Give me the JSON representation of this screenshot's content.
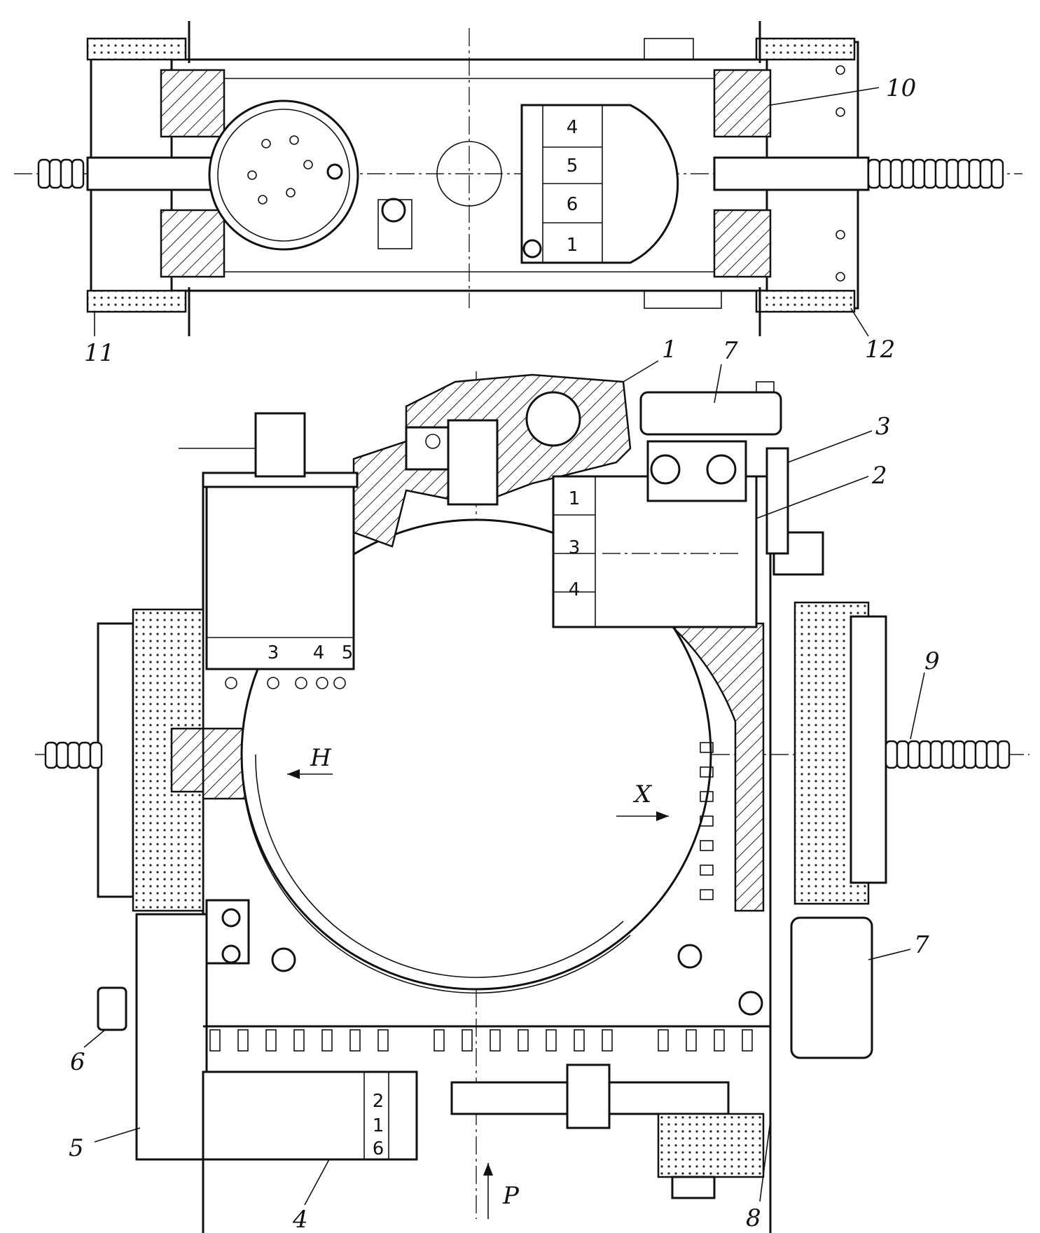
{
  "callouts": {
    "c1": "1",
    "c2": "2",
    "c3": "3",
    "c4": "4",
    "c5": "5",
    "c6": "6",
    "c7a": "7",
    "c7b": "7",
    "c8": "8",
    "c9": "9",
    "c10": "10",
    "c11": "11",
    "c12": "12"
  },
  "arrows": {
    "h": "H",
    "x": "X",
    "p": "P"
  },
  "block_numbers": {
    "top_right_block": [
      "4",
      "5",
      "6",
      "1"
    ],
    "upper_left_block": [
      "3",
      "4",
      "5"
    ],
    "upper_right_block": [
      "1",
      "3",
      "4"
    ],
    "lower_left_block": [
      "2",
      "1",
      "6"
    ]
  }
}
